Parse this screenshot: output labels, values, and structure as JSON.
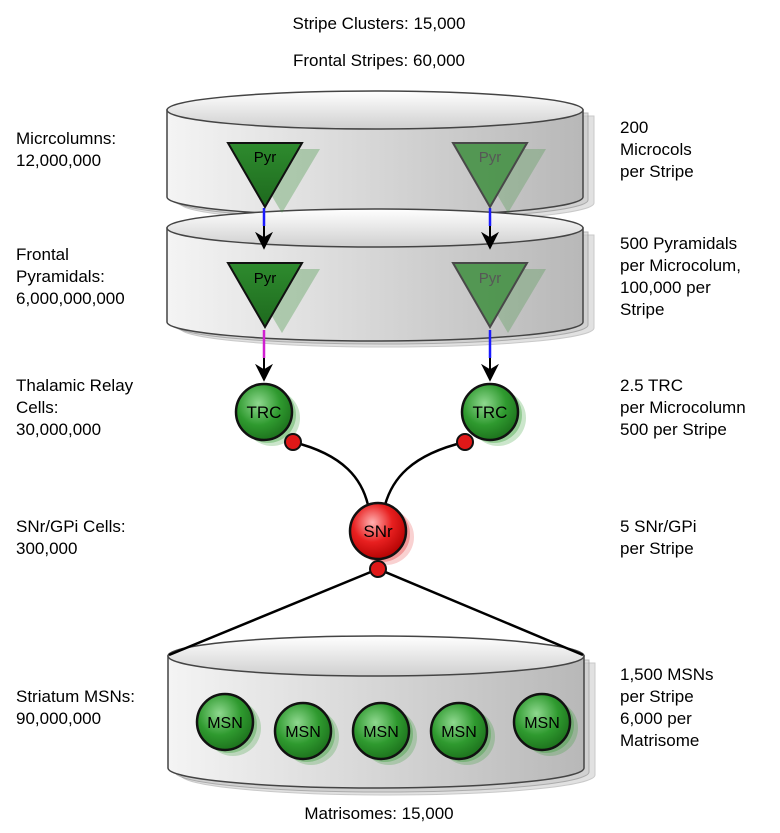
{
  "top": {
    "stripe_clusters": "Stripe Clusters: 15,000",
    "frontal_stripes": "Frontal Stripes: 60,000"
  },
  "left": {
    "microcolumns": [
      "Micrcolumns:",
      "12,000,000"
    ],
    "pyramidals": [
      "Frontal",
      "Pyramidals:",
      "6,000,000,000"
    ],
    "thalamic": [
      "Thalamic Relay",
      "Cells:",
      "30,000,000"
    ],
    "snr": [
      "SNr/GPi Cells:",
      "300,000"
    ],
    "striatum": [
      "Striatum MSNs:",
      "90,000,000"
    ]
  },
  "right": {
    "microcolumns": [
      "200",
      "Microcols",
      "per Stripe"
    ],
    "pyramidals": [
      "500 Pyramidals",
      "per Microcolum,",
      "100,000 per",
      "Stripe"
    ],
    "thalamic": [
      "2.5 TRC",
      "per Microcolumn",
      "500 per Stripe"
    ],
    "snr": [
      "5 SNr/GPi",
      "per Stripe"
    ],
    "striatum": [
      "1,500 MSNs",
      "per Stripe",
      "6,000 per",
      "Matrisome"
    ]
  },
  "bottom": {
    "matrisomes": "Matrisomes: 15,000"
  },
  "nodes": {
    "pyr": "Pyr",
    "trc": "TRC",
    "snr": "SNr",
    "msn": "MSN"
  },
  "colors": {
    "pyr_green": "#2e8b2e",
    "trc_green": "#2f9a2f",
    "snr_red": "#e01818",
    "arrow_blue": "#1a1aff",
    "arrow_magenta": "#d020d0",
    "disk_gray": "#d8d8d8"
  }
}
